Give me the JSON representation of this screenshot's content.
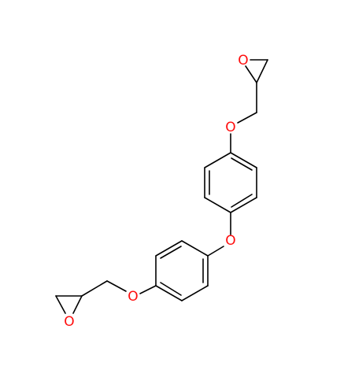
{
  "molecule": {
    "bond_color": "#000000",
    "oxygen_color": "#ff0d0d",
    "atoms": [
      {
        "id": "epoxide-top-oxygen",
        "label": "O"
      },
      {
        "id": "upper-ether-oxygen",
        "label": "O"
      },
      {
        "id": "bridge-ether-oxygen",
        "label": "O"
      },
      {
        "id": "lower-ether-oxygen",
        "label": "O"
      },
      {
        "id": "epoxide-bottom-oxygen",
        "label": "O"
      }
    ]
  }
}
